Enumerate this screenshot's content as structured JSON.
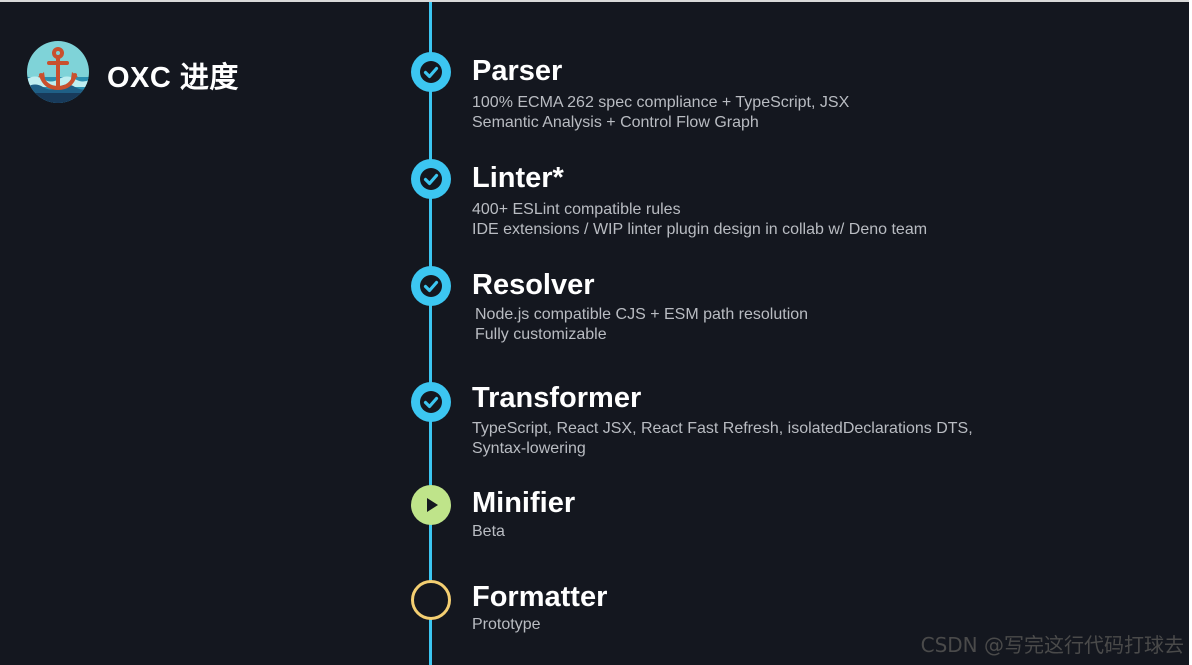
{
  "brand": {
    "title": "OXC 进度",
    "logo_icon": "anchor-logo-icon"
  },
  "colors": {
    "background": "#14171f",
    "timeline": "#3cc6f1",
    "done": "#3cc6f1",
    "beta": "#bfe48a",
    "prototype": "#f4cf72"
  },
  "steps": [
    {
      "title": "Parser",
      "status": "done",
      "icon": "check-icon",
      "lines": [
        "100% ECMA 262 spec compliance + TypeScript, JSX",
        "Semantic Analysis + Control Flow Graph"
      ]
    },
    {
      "title": "Linter*",
      "status": "done",
      "icon": "check-icon",
      "lines": [
        "400+ ESLint compatible rules",
        "IDE extensions / WIP linter plugin design in collab w/ Deno team"
      ]
    },
    {
      "title": "Resolver",
      "status": "done",
      "icon": "check-icon",
      "lines": [
        "Node.js compatible CJS + ESM path resolution",
        "Fully customizable"
      ]
    },
    {
      "title": "Transformer",
      "status": "done",
      "icon": "check-icon",
      "lines": [
        "TypeScript, React JSX, React Fast Refresh, isolatedDeclarations DTS,",
        "Syntax-lowering"
      ]
    },
    {
      "title": "Minifier",
      "status": "beta",
      "icon": "play-icon",
      "lines": [
        "Beta"
      ]
    },
    {
      "title": "Formatter",
      "status": "prototype",
      "icon": "empty-circle-icon",
      "lines": [
        "Prototype"
      ]
    }
  ],
  "watermark": "CSDN @写完这行代码打球去"
}
